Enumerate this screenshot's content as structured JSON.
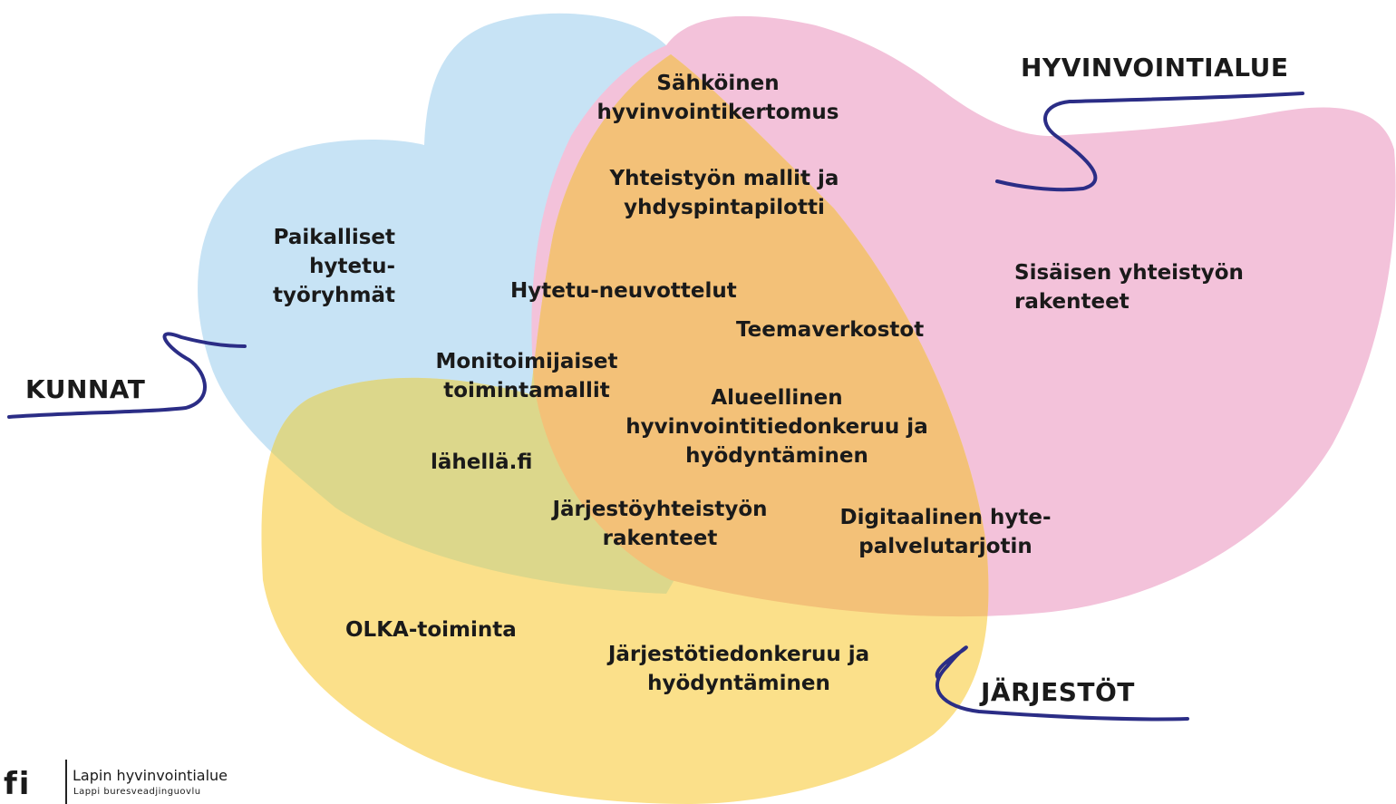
{
  "colors": {
    "kunnat_blob": "#c7e3f5",
    "hyvinvointialue_blob": "#f3c2da",
    "jarjestot_blob": "#fbe08a",
    "overlap_orange": "#f3c178",
    "overlap_olive": "#dcd78b",
    "squiggle": "#2b2d86"
  },
  "groups": {
    "kunnat": "KUNNAT",
    "hyvinvointialue": "HYVINVOINTIALUE",
    "jarjestot": "JÄRJESTÖT"
  },
  "items": {
    "sahkoinen": "Sähköinen\nhyvinvointikertomus",
    "yhteistyon_mallit": "Yhteistyön mallit ja\nyhdyspintapilotti",
    "paikalliset": "Paikalliset\nhytetu-\ntyöryhmät",
    "neuvottelut": "Hytetu-neuvottelut",
    "sisaisen": "Sisäisen yhteistyön\nrakenteet",
    "teemaverkostot": "Teemaverkostot",
    "monitoimijaiset": "Monitoimijaiset\ntoimintamallit",
    "alueellinen": "Alueellinen\nhyvinvointitiedonkeruu ja\nhyödyntäminen",
    "lahella": "lähellä.fi",
    "jarjestoyhteistyon": "Järjestöyhteistyön\nrakenteet",
    "digitaalinen": "Digitaalinen hyte-\npalvelutarjotin",
    "olka": "OLKA-toiminta",
    "jarjestotiedonkeruu": "Järjestötiedonkeruu ja\nhyödyntäminen"
  },
  "logo": {
    "mark": "fi",
    "name": "Lapin hyvinvointialue",
    "sub": "Lappi buresveadjinguovlu"
  }
}
